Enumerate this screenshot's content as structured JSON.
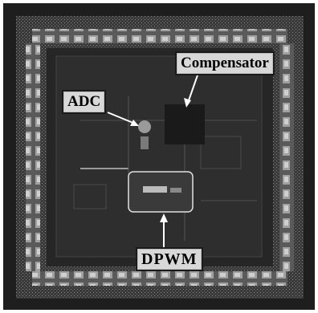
{
  "labels": {
    "compensator": "Compensator",
    "adc": "ADC",
    "dpwm": "DPWM"
  },
  "colors": {
    "background": "#ffffff",
    "die": "#2a2a2a",
    "pad_ring": "#6f6f6f",
    "label_fill": "#d8d8d8",
    "arrow": "#ffffff"
  }
}
